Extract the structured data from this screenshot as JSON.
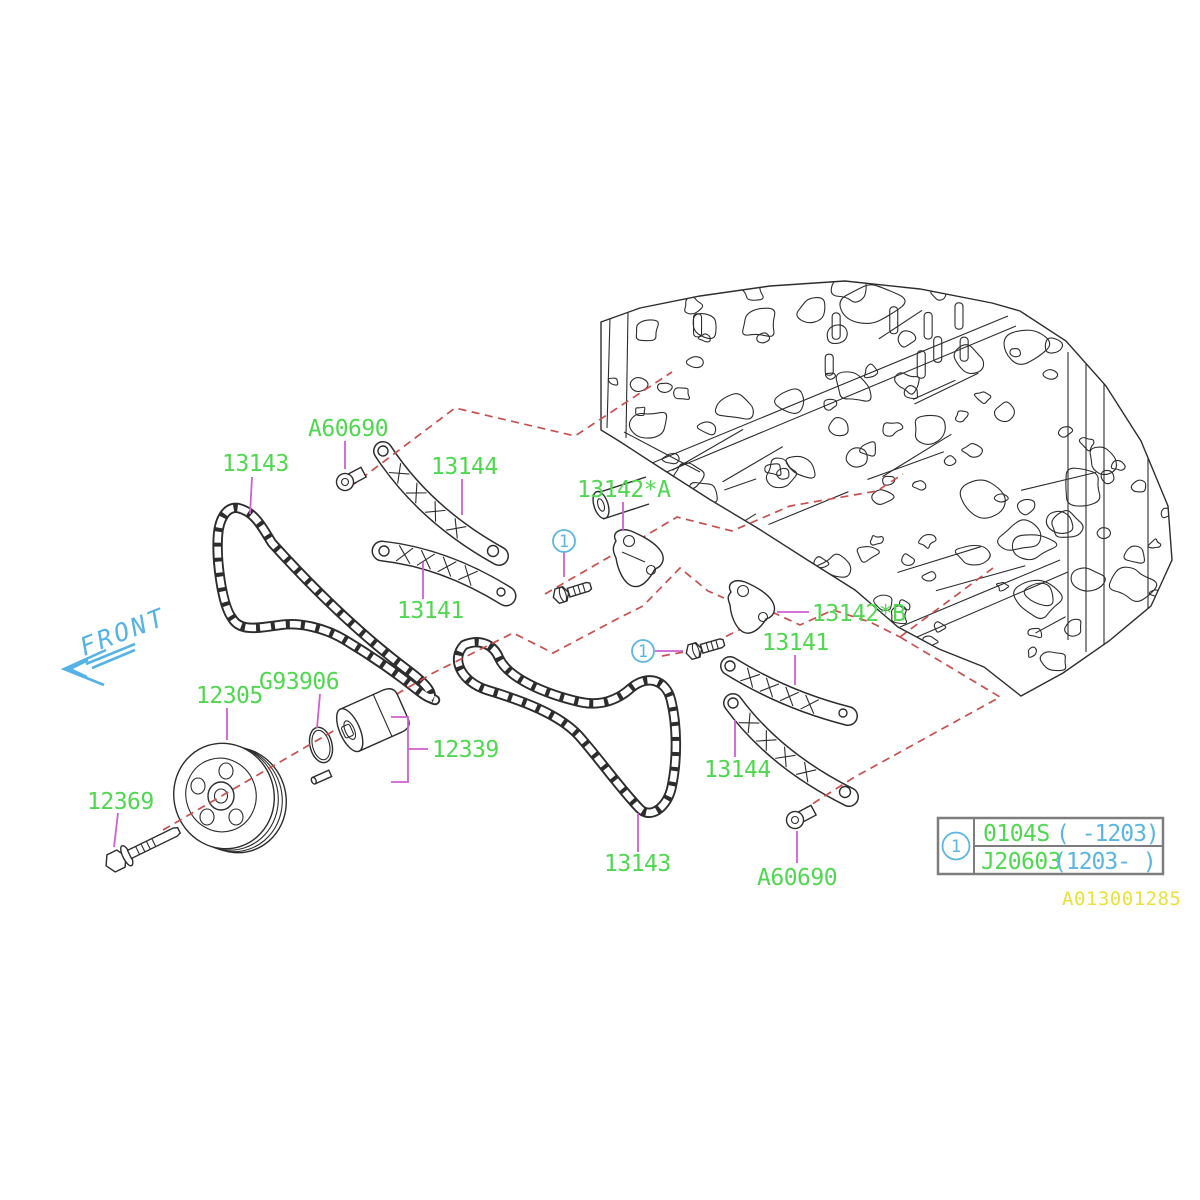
{
  "front_indicator": {
    "label": "FRONT"
  },
  "diagram_code": "A013001285",
  "callout_ref": "1",
  "labels": [
    {
      "id": "13143-top",
      "text": "13143"
    },
    {
      "id": "a60690-top",
      "text": "A60690"
    },
    {
      "id": "13144-top",
      "text": "13144"
    },
    {
      "id": "13142a",
      "text": "13142*A"
    },
    {
      "id": "13141-top",
      "text": "13141"
    },
    {
      "id": "13142b",
      "text": "13142*B"
    },
    {
      "id": "13141-bottom",
      "text": "13141"
    },
    {
      "id": "g93906",
      "text": "G93906"
    },
    {
      "id": "12305",
      "text": "12305"
    },
    {
      "id": "12339",
      "text": "12339"
    },
    {
      "id": "13144-bottom",
      "text": "13144"
    },
    {
      "id": "12369",
      "text": "12369"
    },
    {
      "id": "13143-bottom",
      "text": "13143"
    },
    {
      "id": "a60690-bottom",
      "text": "A60690"
    }
  ],
  "legend": {
    "ref": "1",
    "rows": [
      {
        "code": "0104S",
        "range": "( -1203)"
      },
      {
        "code": "J20603",
        "range": "(1203- )"
      }
    ]
  },
  "colors": {
    "part_label": "#4fd84f",
    "leader": "#cf5fd3",
    "assembly_dash": "#c94f4f",
    "accent_cyan": "#5ab5e2",
    "diagram_code": "#e9e13c",
    "line_art": "#2d2d2d"
  }
}
